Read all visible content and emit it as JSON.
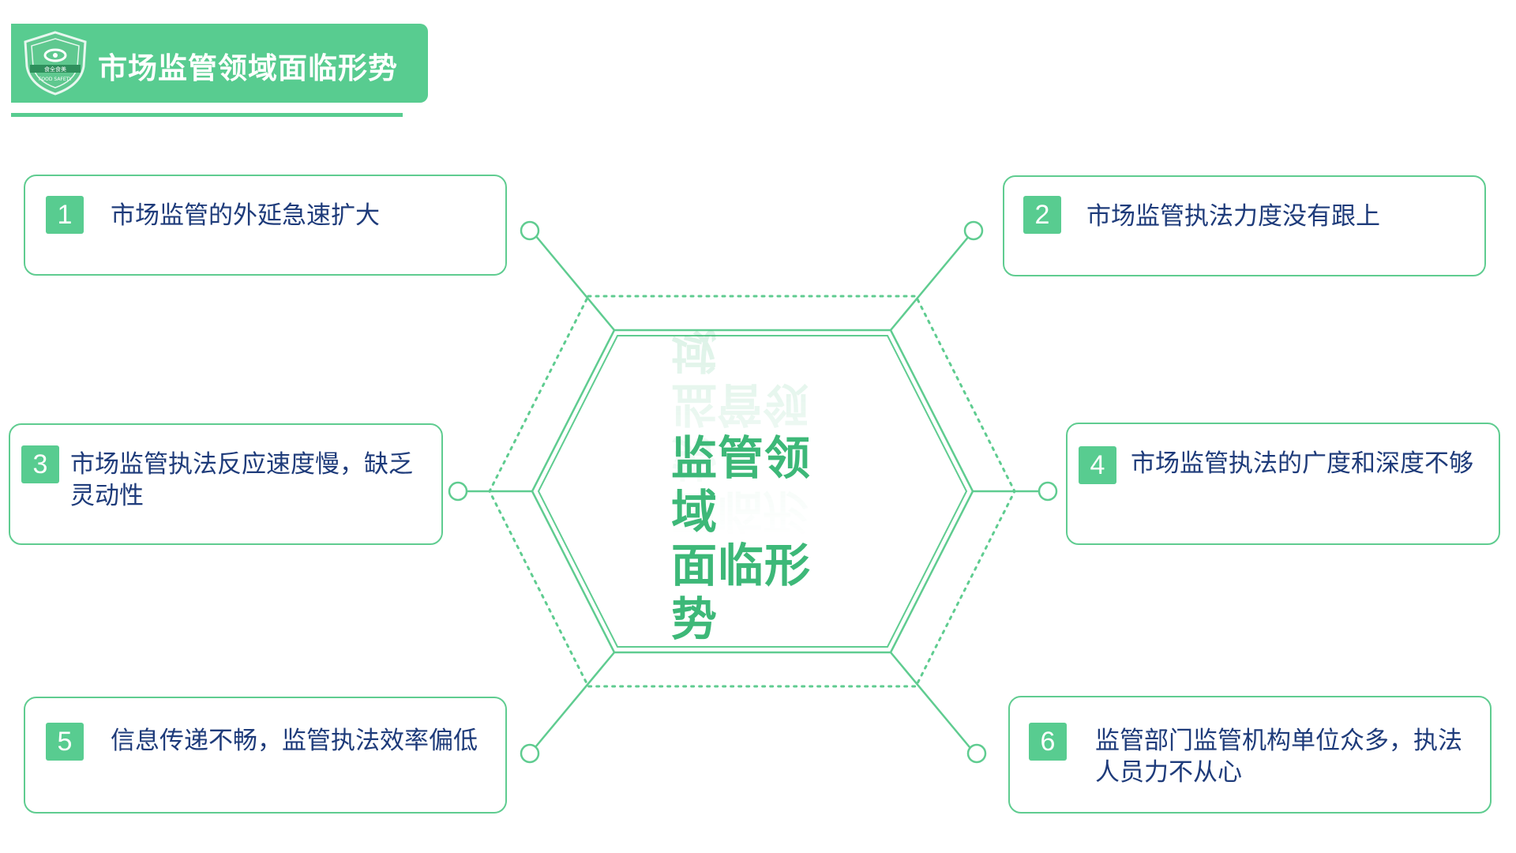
{
  "title": "市场监管领域面临形势",
  "logo": {
    "icon": "food-safety-shield-icon",
    "top_text": "食全食美",
    "bottom_text": "FOOD SAFETY"
  },
  "center": {
    "line1": "监管领域",
    "line2": "面临形势"
  },
  "items": [
    {
      "number": "1",
      "text": "市场监管的外延急速扩大"
    },
    {
      "number": "2",
      "text": "市场监管执法力度没有跟上"
    },
    {
      "number": "3",
      "text": "市场监管执法反应速度慢，缺乏灵动性"
    },
    {
      "number": "4",
      "text": "市场监管执法的广度和深度不够"
    },
    {
      "number": "5",
      "text": "信息传递不畅，监管执法效率偏低"
    },
    {
      "number": "6",
      "text": "监管部门监管机构单位众多，执法人员力不从心"
    }
  ],
  "colors": {
    "accent": "#58cc90",
    "line": "#5fcc90",
    "text": "#1e3b7a",
    "center_text": "#3db878"
  }
}
